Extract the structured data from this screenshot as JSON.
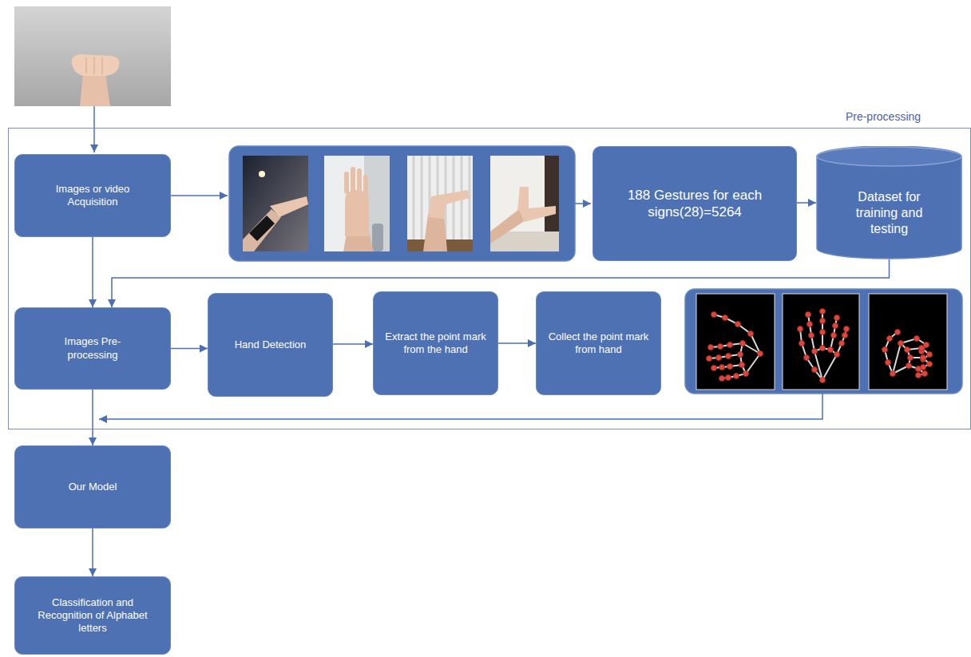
{
  "diagram": {
    "nodes": [
      {
        "text": [
          "Pre-processing"
        ]
      },
      {
        "text": [
          "Images or video Acquisition"
        ],
        "in": 0
      },
      {
        "text": [
          "188 Gestures for each signs(28)=5264"
        ],
        "in": 0
      },
      {
        "text": [
          "Dataset for training and testing"
        ],
        "in": 0
      },
      {
        "text": [
          "Images Pre-processing"
        ],
        "in": 0
      },
      {
        "text": [
          "Hand Detection"
        ],
        "in": 0
      },
      {
        "text": [
          "Extract the point mark from the hand"
        ],
        "in": 0
      },
      {
        "text": [
          "Collect the point mark from hand"
        ],
        "in": 0
      },
      {
        "text": [
          "Our Model"
        ]
      },
      {
        "text": [
          "Classification and Recognition of Alphabet letters"
        ]
      }
    ],
    "edges": [
      {
        "from": 1,
        "to": 4,
        "arrow": "to"
      },
      {
        "from": 4,
        "to": 5,
        "arrow": "to"
      },
      {
        "from": 5,
        "to": 6,
        "arrow": "to"
      },
      {
        "from": 6,
        "to": 7,
        "arrow": "to"
      },
      {
        "from": 2,
        "to": 3,
        "arrow": "to"
      },
      {
        "from": 3,
        "to": 4,
        "arrow": "to"
      },
      {
        "from": 4,
        "to": 8,
        "arrow": "to"
      },
      {
        "from": 8,
        "to": 9,
        "arrow": "to"
      }
    ]
  }
}
